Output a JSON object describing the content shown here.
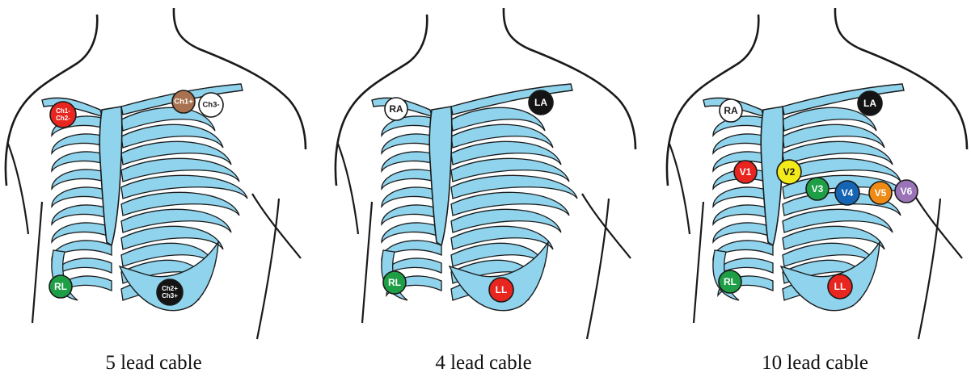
{
  "colors": {
    "ribs": "#8fd3ec",
    "outline": "#1a1a1a",
    "red": "#e8251f",
    "brown": "#a8714f",
    "white": "#ffffff",
    "black": "#141414",
    "green": "#1e9e45",
    "yellow": "#f2ea1a",
    "blue": "#1565b4",
    "orange": "#ef8a14",
    "purple": "#9b73b8"
  },
  "panels": [
    {
      "caption": "5 lead cable",
      "electrodes": [
        {
          "lines": [
            "Ch1-",
            "Ch2-"
          ],
          "color": "red",
          "text": "#ffffff"
        },
        {
          "lines": [
            "Ch1+"
          ],
          "color": "brown",
          "text": "#ffffff"
        },
        {
          "lines": [
            "Ch3-"
          ],
          "color": "white",
          "text": "#1a1a1a"
        },
        {
          "lines": [
            "RL"
          ],
          "color": "green",
          "text": "#ffffff"
        },
        {
          "lines": [
            "Ch2+",
            "Ch3+"
          ],
          "color": "black",
          "text": "#ffffff"
        }
      ]
    },
    {
      "caption": "4 lead cable",
      "electrodes": [
        {
          "lines": [
            "RA"
          ],
          "color": "white",
          "text": "#1a1a1a"
        },
        {
          "lines": [
            "LA"
          ],
          "color": "black",
          "text": "#ffffff"
        },
        {
          "lines": [
            "RL"
          ],
          "color": "green",
          "text": "#ffffff"
        },
        {
          "lines": [
            "LL"
          ],
          "color": "red",
          "text": "#ffffff"
        }
      ]
    },
    {
      "caption": "10 lead cable",
      "electrodes": [
        {
          "lines": [
            "RA"
          ],
          "color": "white",
          "text": "#1a1a1a"
        },
        {
          "lines": [
            "LA"
          ],
          "color": "black",
          "text": "#ffffff"
        },
        {
          "lines": [
            "V1"
          ],
          "color": "red",
          "text": "#ffffff"
        },
        {
          "lines": [
            "V2"
          ],
          "color": "yellow",
          "text": "#1a1a1a"
        },
        {
          "lines": [
            "V3"
          ],
          "color": "green",
          "text": "#ffffff"
        },
        {
          "lines": [
            "V4"
          ],
          "color": "blue",
          "text": "#ffffff"
        },
        {
          "lines": [
            "V5"
          ],
          "color": "orange",
          "text": "#ffffff"
        },
        {
          "lines": [
            "V6"
          ],
          "color": "purple",
          "text": "#ffffff"
        },
        {
          "lines": [
            "RL"
          ],
          "color": "green",
          "text": "#ffffff"
        },
        {
          "lines": [
            "LL"
          ],
          "color": "red",
          "text": "#ffffff"
        }
      ]
    }
  ]
}
